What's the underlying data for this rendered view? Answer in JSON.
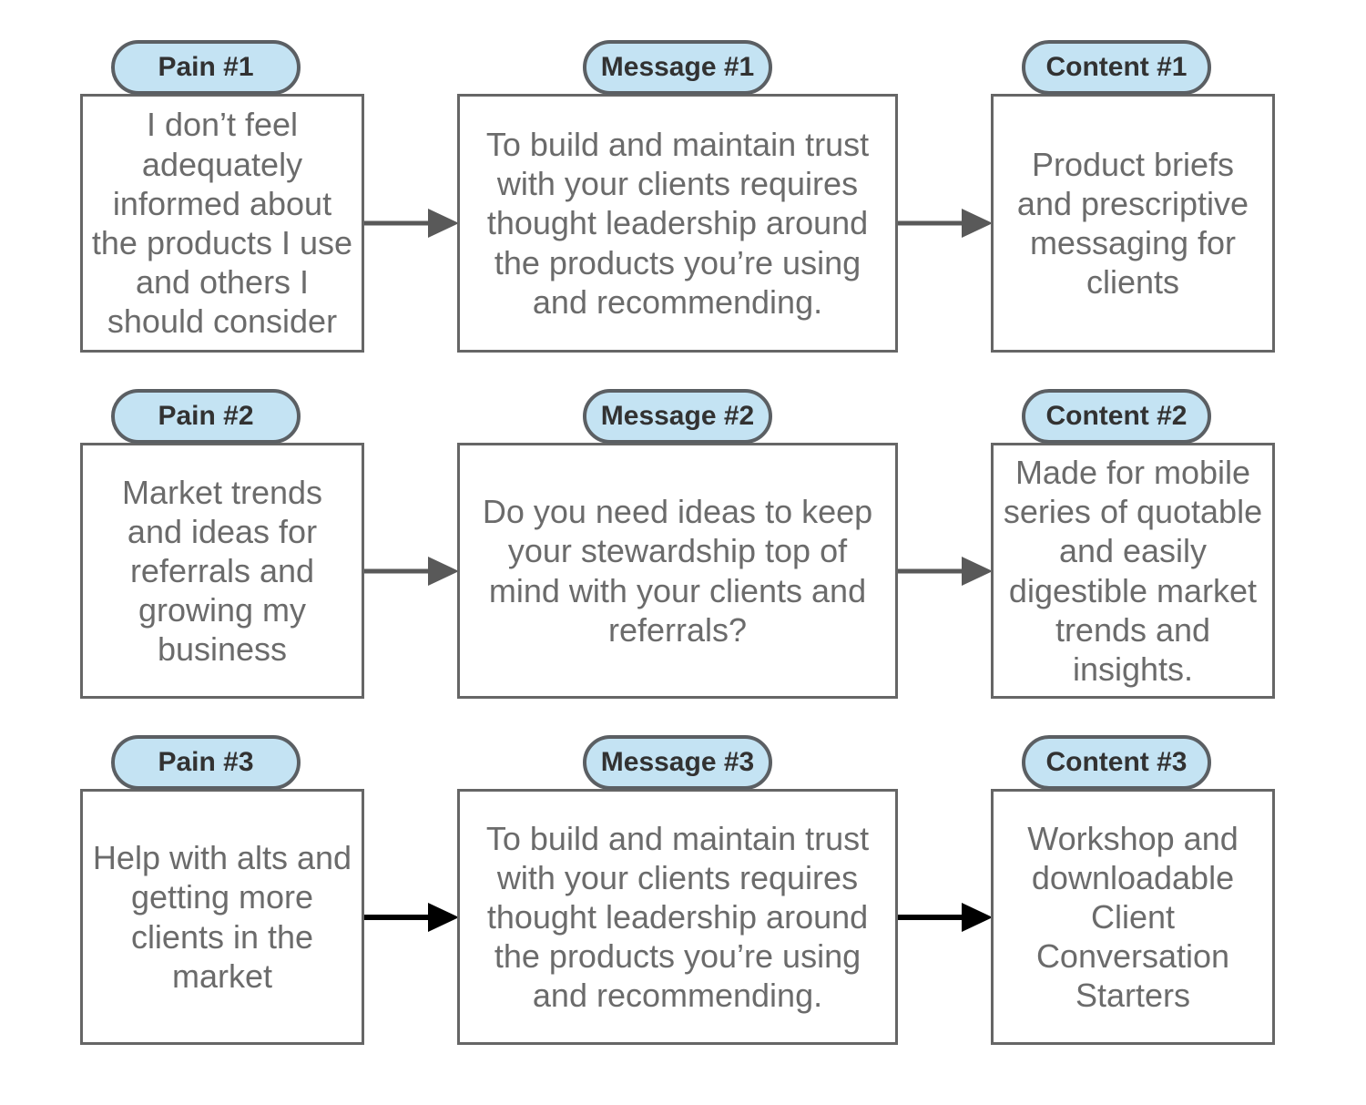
{
  "diagram": {
    "description": "Pain to Message to Content mapping flow, 3 rows"
  },
  "colors": {
    "canvas_bg": "#ffffff",
    "box_fill": "#ffffff",
    "box_border": "#666666",
    "body_text": "#6b6b6b",
    "pill_fill": "#c4e3f3",
    "pill_border": "#5b5f63",
    "pill_text": "#323232",
    "arrow_gray": "#595959",
    "arrow_black": "#000000"
  },
  "rows": [
    {
      "arrow_color": "#595959",
      "cells": [
        {
          "label": "Pain #1",
          "body": "I don’t feel\nadequately\ninformed about\nthe products I use\nand others I\nshould consider"
        },
        {
          "label": "Message #1",
          "body": "To build and maintain trust\nwith your clients requires\nthought leadership around\nthe products you’re using\nand recommending."
        },
        {
          "label": "Content #1",
          "body": "Product briefs\nand prescriptive\nmessaging for\nclients"
        }
      ]
    },
    {
      "arrow_color": "#595959",
      "cells": [
        {
          "label": "Pain #2",
          "body": "Market trends\nand ideas for\nreferrals and\ngrowing my\nbusiness"
        },
        {
          "label": "Message #2",
          "body": "Do you need ideas to keep\nyour stewardship top of\nmind with your clients and\nreferrals?"
        },
        {
          "label": "Content #2",
          "body": "Made for mobile\nseries of quotable\nand easily\ndigestible market\ntrends and\ninsights."
        }
      ]
    },
    {
      "arrow_color": "#000000",
      "cells": [
        {
          "label": "Pain #3",
          "body": "Help with alts and\ngetting more\nclients in the\nmarket"
        },
        {
          "label": "Message #3",
          "body": "To build and maintain trust\nwith your clients requires\nthought leadership around\nthe products you’re using\nand recommending."
        },
        {
          "label": "Content #3",
          "body": "Workshop and\ndownloadable\nClient\nConversation\nStarters"
        }
      ]
    }
  ]
}
